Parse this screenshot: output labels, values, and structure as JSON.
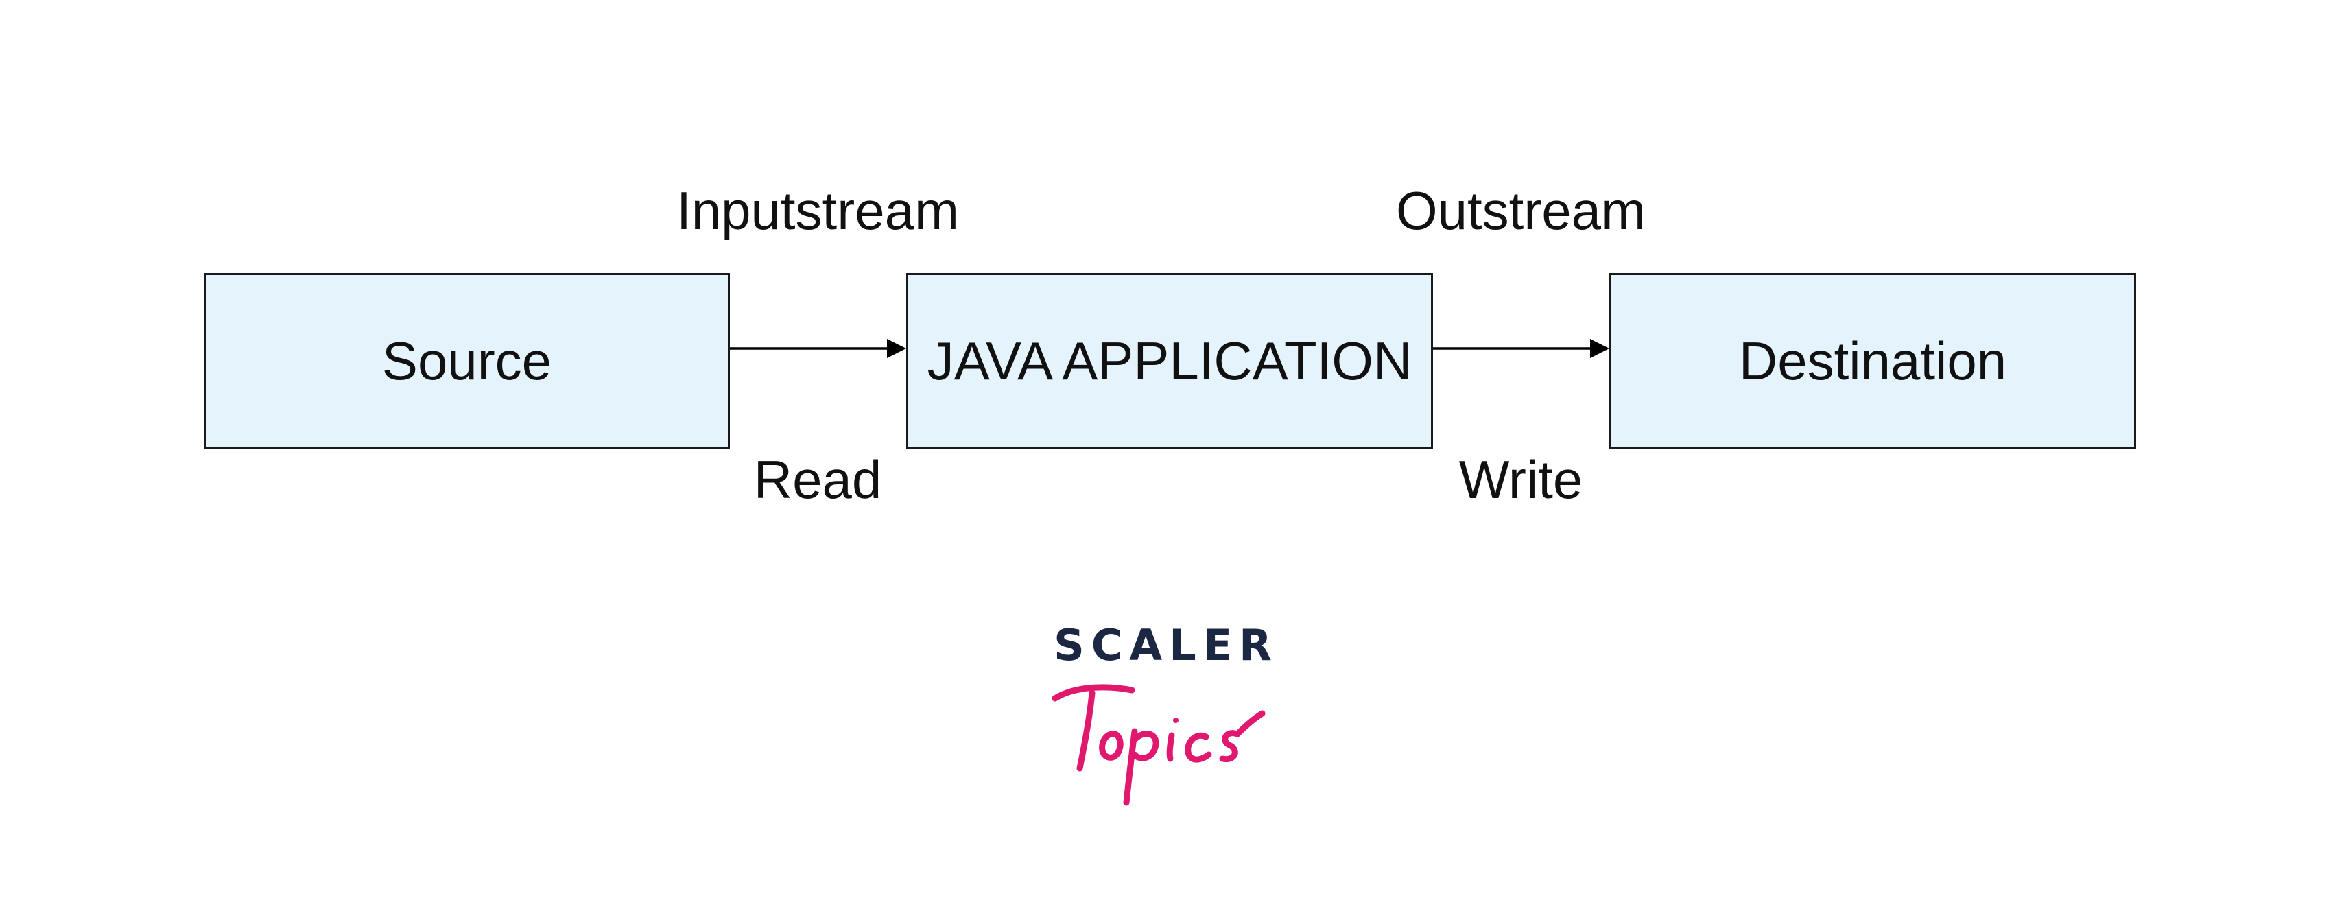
{
  "diagram": {
    "nodes": [
      {
        "id": "source",
        "label": "Source"
      },
      {
        "id": "java",
        "label": "JAVA APPLICATION"
      },
      {
        "id": "destination",
        "label": "Destination"
      }
    ],
    "edges": [
      {
        "from": "source",
        "to": "java",
        "label_top": "Inputstream",
        "label_bottom": "Read"
      },
      {
        "from": "java",
        "to": "destination",
        "label_top": "Outstream",
        "label_bottom": "Write"
      }
    ],
    "colors": {
      "box_fill": "#e5f3fd",
      "box_border": "#1a1a1a",
      "arrow": "#000000"
    }
  },
  "logo": {
    "word": "SCALER",
    "script": "Topics",
    "colors": {
      "word": "#1c2744",
      "script": "#e0196f"
    }
  }
}
